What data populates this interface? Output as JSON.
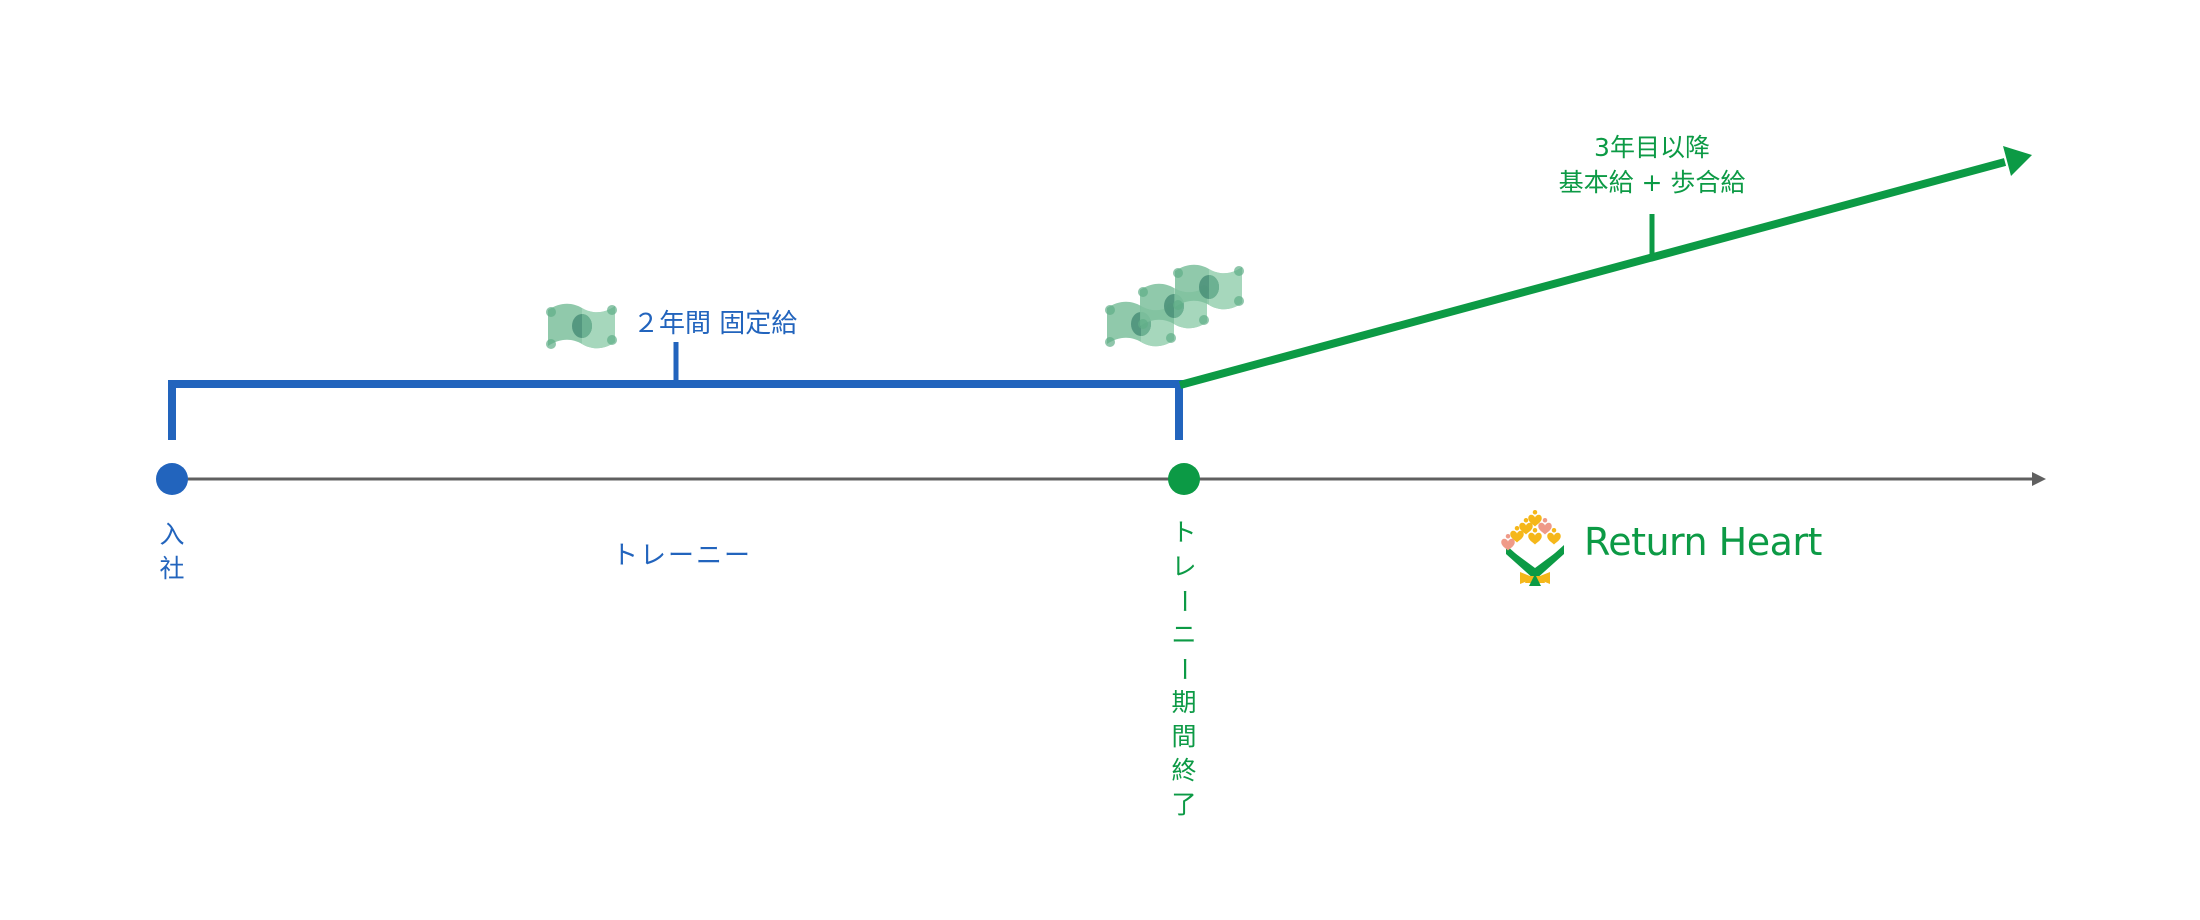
{
  "colors": {
    "trainee_blue": "#2264bd",
    "growth_green": "#0c9a45",
    "axis_gray": "#606060",
    "money_green": "#7dc2a0",
    "logo_yellow": "#f5b71a",
    "logo_pink": "#ef9a88"
  },
  "timeline": {
    "start_label": [
      "入",
      "社"
    ],
    "trainee_period_label": "トレーニー",
    "end_label": [
      "ト",
      "レ",
      "ー",
      "ニ",
      "ー",
      "期",
      "間",
      "終",
      "了"
    ]
  },
  "phases": {
    "fixed_salary": {
      "label": "２年間 固定給",
      "icon": "money-bill-icon"
    },
    "after_trainee": {
      "label_line1": "3年目以降",
      "label_line2": "基本給 + 歩合給",
      "icon": "money-stack-icon"
    }
  },
  "logo": {
    "text": "Return Heart",
    "icon": "heart-tree-logo-icon"
  }
}
